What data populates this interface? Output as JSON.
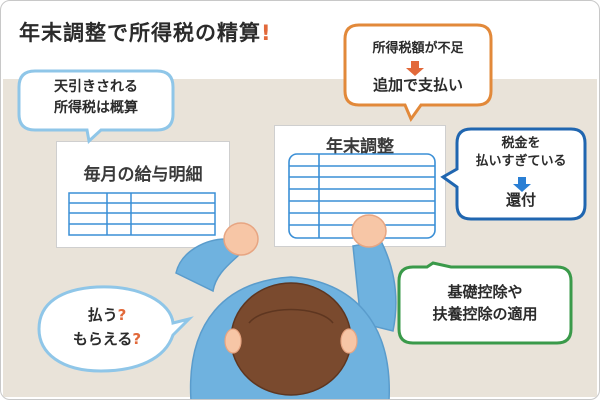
{
  "title": {
    "text": "年末調整で所得税の精算",
    "exclaim": "!"
  },
  "bubble_estimate": {
    "line1": "天引きされる",
    "line2": "所得税は概算"
  },
  "bubble_short": {
    "line1": "所得税額が不足",
    "line2": "追加で支払い",
    "arrow_color": "#e2693a",
    "border_color": "#e2893a"
  },
  "bubble_refund": {
    "line1": "税金を",
    "line2": "払いすぎている",
    "line3": "還付",
    "arrow_color": "#2a7fd4",
    "border_color": "#2066b0"
  },
  "bubble_deductions": {
    "line1": "基礎控除や",
    "line2": "扶養控除の適用",
    "border_color": "#3a9a4a"
  },
  "bubble_question": {
    "line1_text": "払う",
    "line1_mark": "?",
    "line2_text": "もらえる",
    "line2_mark": "?",
    "mark_color": "#e2693a",
    "border_color": "#8fc6e8"
  },
  "paper_monthly": {
    "title": "毎月の給与明細"
  },
  "paper_year_end": {
    "title": "年末調整"
  },
  "colors": {
    "accent": "#e2693a",
    "band": "#e9e3d9",
    "table_blue": "#3a8fd6",
    "person_blue": "#6fb2df",
    "hair": "#7a4a2e"
  }
}
